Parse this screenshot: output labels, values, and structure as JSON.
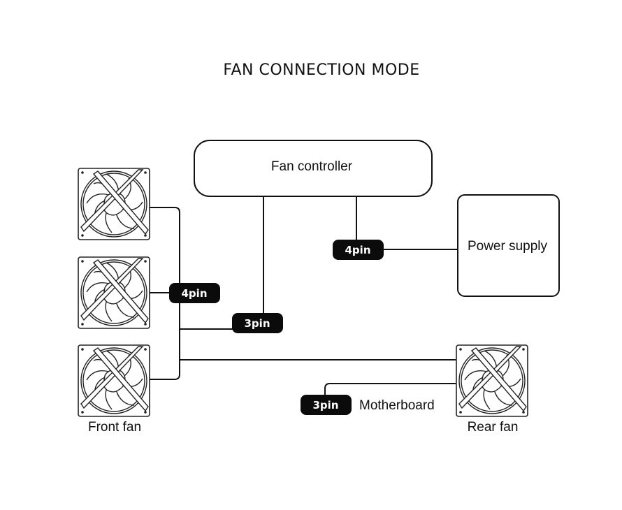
{
  "title": "FAN CONNECTION MODE",
  "nodes": {
    "fan_controller": {
      "label": "Fan controller"
    },
    "power_supply": {
      "label": "Power supply"
    },
    "motherboard": {
      "label": "Motherboard"
    }
  },
  "fans": {
    "front_caption": "Front fan",
    "rear_caption": "Rear fan",
    "front_count": 3,
    "rear_count": 1
  },
  "connectors": {
    "front_fans_to_hub": "4pin",
    "hub_to_controller": "3pin",
    "controller_to_psu": "4pin",
    "rear_to_motherboard": "3pin"
  },
  "colors": {
    "line": "#111111",
    "badge_bg": "#0b0b0b",
    "badge_text": "#ffffff",
    "background": "#ffffff"
  },
  "icons": {
    "fan": "fan-icon"
  }
}
